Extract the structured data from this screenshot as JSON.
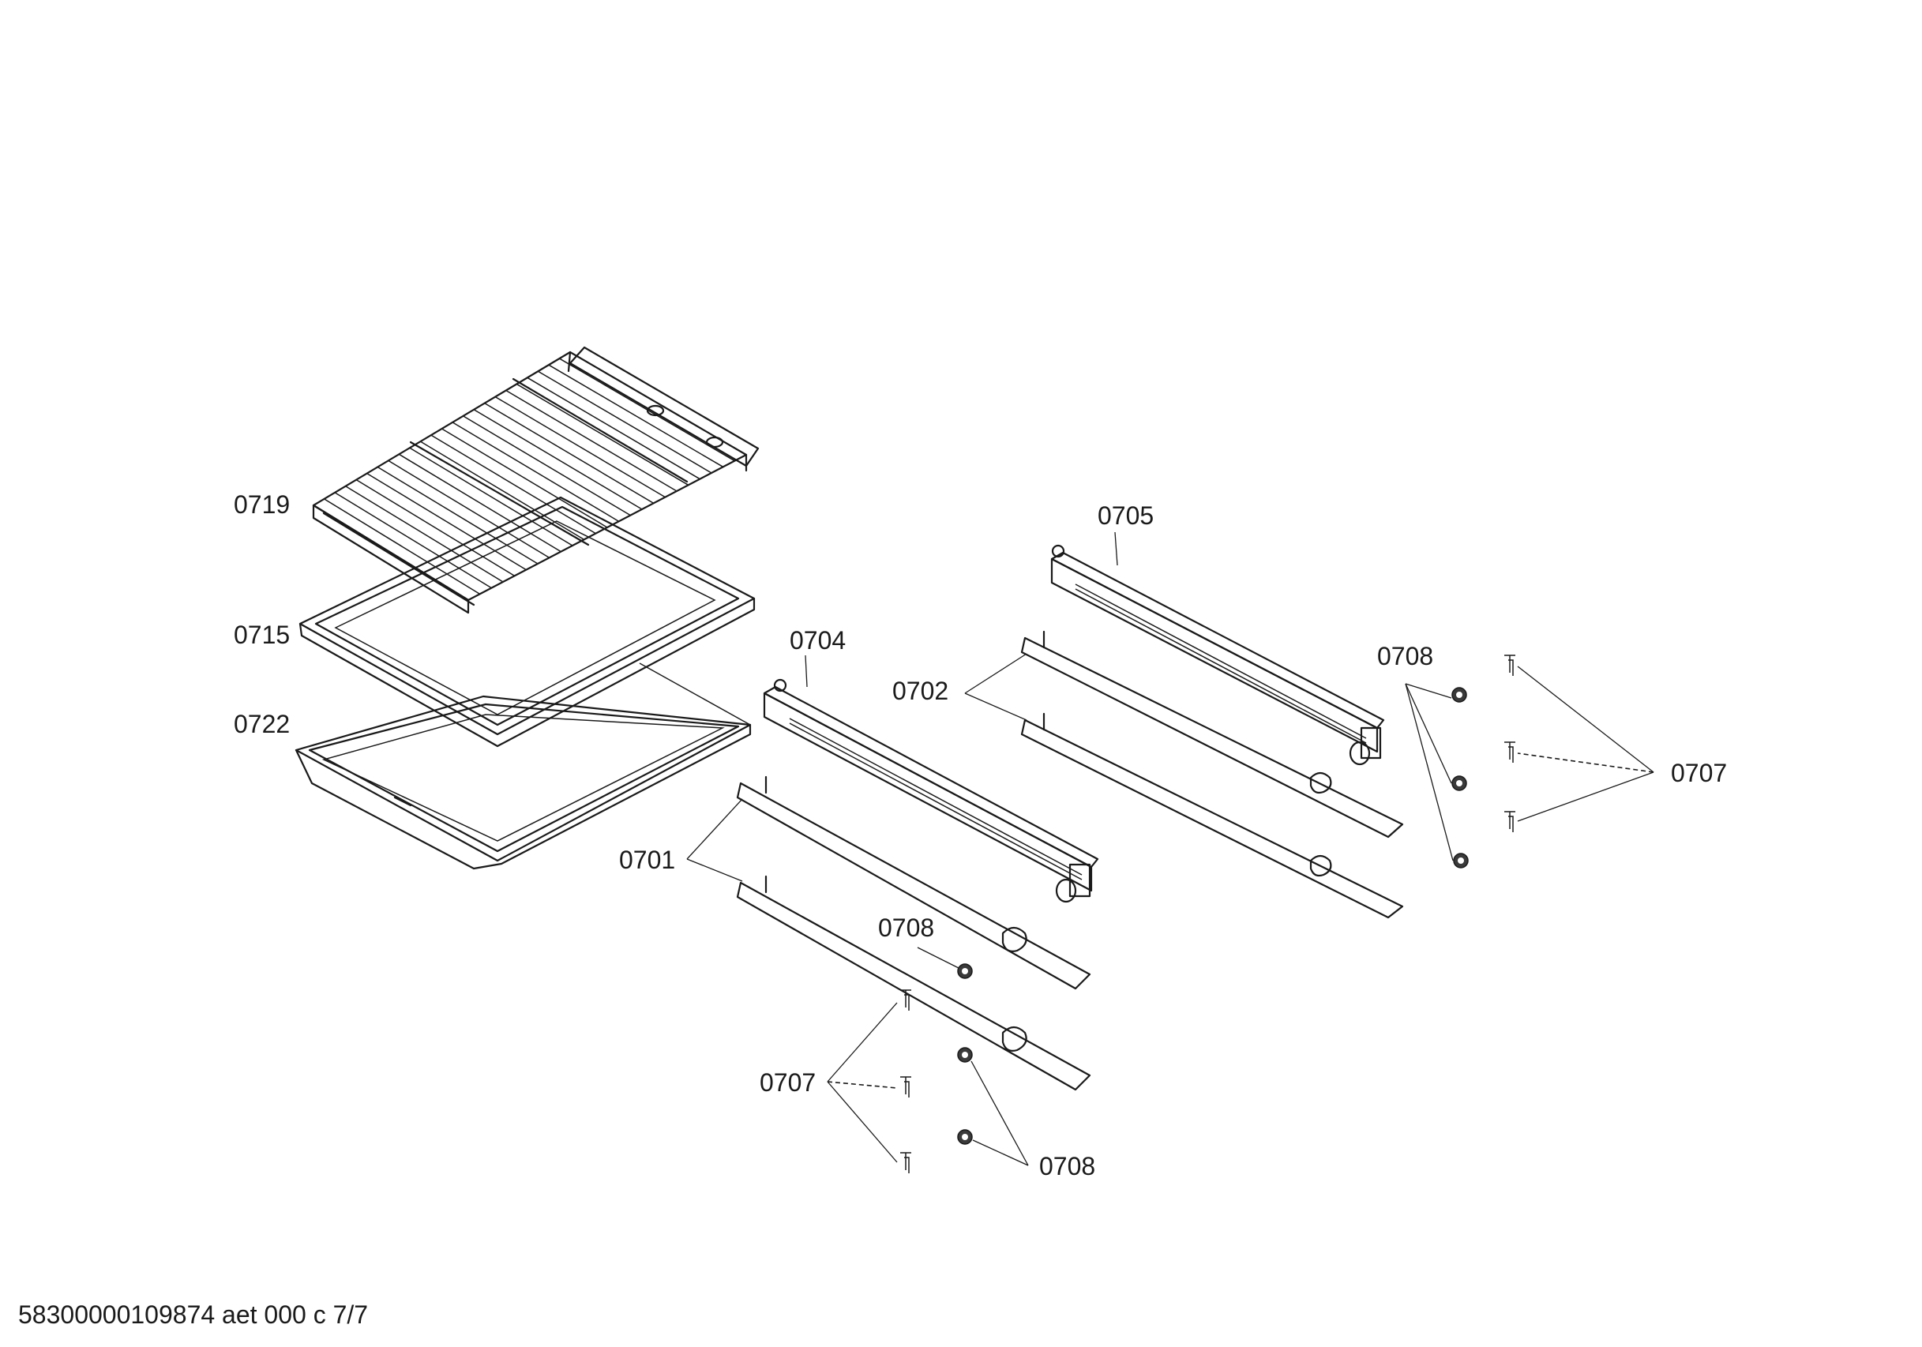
{
  "labels": {
    "p0719": "0719",
    "p0715": "0715",
    "p0722": "0722",
    "p0704": "0704",
    "p0705": "0705",
    "p0702": "0702",
    "p0701": "0701",
    "p0708_top": "0708",
    "p0707_right": "0707",
    "p0708_mid": "0708",
    "p0707_bottom": "0707",
    "p0708_bottom": "0708"
  },
  "footer": "58300000109874 aet 000 c 7/7"
}
